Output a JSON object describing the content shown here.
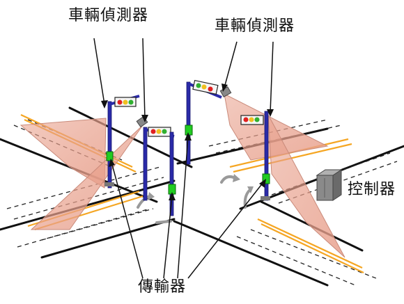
{
  "labels": {
    "detector_left": "車輛偵測器",
    "detector_right": "車輛偵測器",
    "controller": "控制器",
    "transmitter": "傳輸器"
  },
  "colors": {
    "road_line": "#111111",
    "lane_dash": "#222222",
    "lane_orange": "#f5a623",
    "beam": "#e8a08c",
    "beam_edge": "#c98a7a",
    "pole": "#2a2aa8",
    "pole_edge": "#1a1a6e",
    "signal_red": "#e02020",
    "signal_yellow": "#f0c020",
    "signal_green": "#30b030",
    "transmitter_box": "#22cc22",
    "turn_arrow": "#9a9a9a",
    "controller_box": "#8a8a8a"
  },
  "icons": {
    "detector": "camera-detector-icon",
    "signal": "traffic-signal-icon",
    "transmitter": "transmitter-box-icon",
    "controller": "controller-cabinet-icon",
    "turn": "turn-arrow-icon"
  }
}
